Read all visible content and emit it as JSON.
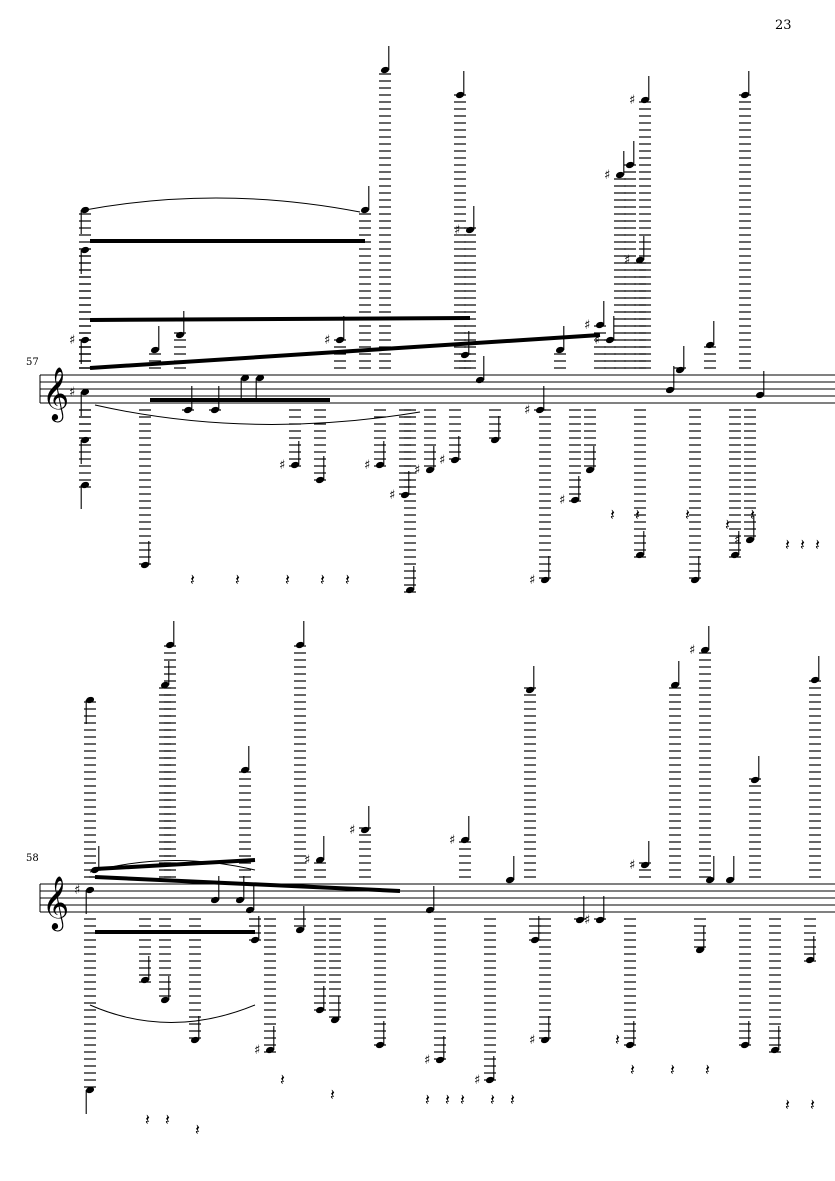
{
  "page": {
    "number": "23"
  },
  "systems": [
    {
      "measure_number": "57",
      "clef": "treble"
    },
    {
      "measure_number": "58",
      "clef": "treble"
    }
  ],
  "colors": {
    "ink": "#000000",
    "paper": "#ffffff"
  }
}
